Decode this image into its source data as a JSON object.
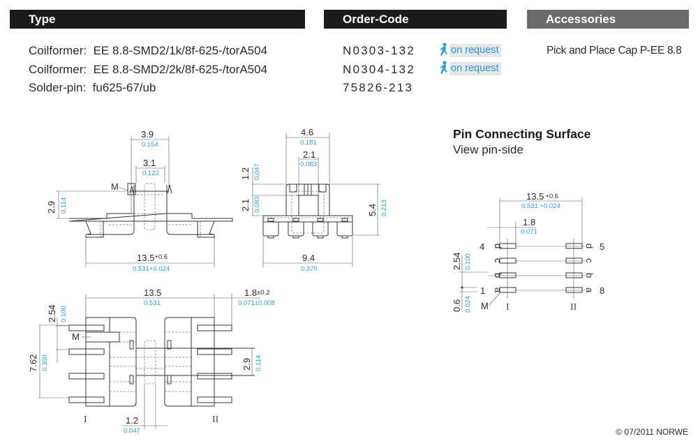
{
  "headers": {
    "type": "Type",
    "order_code": "Order-Code",
    "accessories": "Accessories"
  },
  "colors": {
    "header_dark": "#1c1c1c",
    "header_gray": "#6b6b69",
    "accent_blue": "#2d9ad6",
    "badge_bg": "#e4e6e8"
  },
  "rows": [
    {
      "label": "Coilformer:",
      "type": "EE 8.8-SMD2/1k/8f-625-/torA504",
      "code": "N0303-132",
      "status": "on request",
      "status_icon": "walking-person-icon"
    },
    {
      "label": "Coilformer:",
      "type": "EE 8.8-SMD2/2k/8f-625-/torA504",
      "code": "N0304-132",
      "status": "on request",
      "status_icon": "walking-person-icon"
    },
    {
      "label": "Solder-pin:",
      "type": "fu625-67/ub",
      "code": "75826-213",
      "status": null
    }
  ],
  "accessories": [
    "Pick and Place Cap P-EE 8.8"
  ],
  "pin_section": {
    "title": "Pin Connecting Surface",
    "subtitle": "View pin-side"
  },
  "dims": {
    "side": {
      "w_top": {
        "mm": "3.9",
        "in": "0.154"
      },
      "w_inner": {
        "mm": "3.1",
        "in": "0.122"
      },
      "h": {
        "mm": "2.9",
        "in": "0.114"
      },
      "total": {
        "mm": "13.5",
        "tol": "+0.6",
        "in": "0.531+0.024"
      },
      "marker": "M"
    },
    "front": {
      "w_top": {
        "mm": "4.6",
        "in": "0.181"
      },
      "w_inner": {
        "mm": "2.1",
        "in": "0.083"
      },
      "h_top": {
        "mm": "1.2",
        "in": "0.047"
      },
      "h_mid": {
        "mm": "2.1",
        "in": "0.083"
      },
      "h_total": {
        "mm": "5.4",
        "in": "0.213"
      },
      "w_total": {
        "mm": "9.4",
        "in": "0.370"
      }
    },
    "bottom": {
      "length": {
        "mm": "13.5",
        "in": "0.531"
      },
      "pin_len": {
        "mm": "1.8",
        "tol": "±0.2",
        "in": "0.071±0.008"
      },
      "pitch": {
        "mm": "2.54",
        "in": "0.100"
      },
      "span": {
        "mm": "7.62",
        "in": "0.300"
      },
      "core": {
        "mm": "2.9",
        "in": "0.114"
      },
      "gap": {
        "mm": "1.2",
        "in": "0.047"
      },
      "marker": "M",
      "side_left": "I",
      "side_right": "II"
    },
    "pins": {
      "length": {
        "mm": "13.5",
        "tol": "+0.6",
        "in": "0.531 +0.024"
      },
      "pad": {
        "mm": "1.8",
        "in": "0.071"
      },
      "pitch": {
        "mm": "2.54",
        "in": "0.100"
      },
      "offset": {
        "mm": "0.6",
        "in": "0.024"
      },
      "left_numbers": [
        "4",
        "",
        "",
        "1"
      ],
      "right_numbers": [
        "5",
        "",
        "",
        "8"
      ],
      "letters": [
        "d",
        "c",
        "b",
        "a"
      ],
      "marker": "M",
      "side_left": "I",
      "side_right": "II"
    }
  },
  "copyright": "© 07/2011 NORWE"
}
